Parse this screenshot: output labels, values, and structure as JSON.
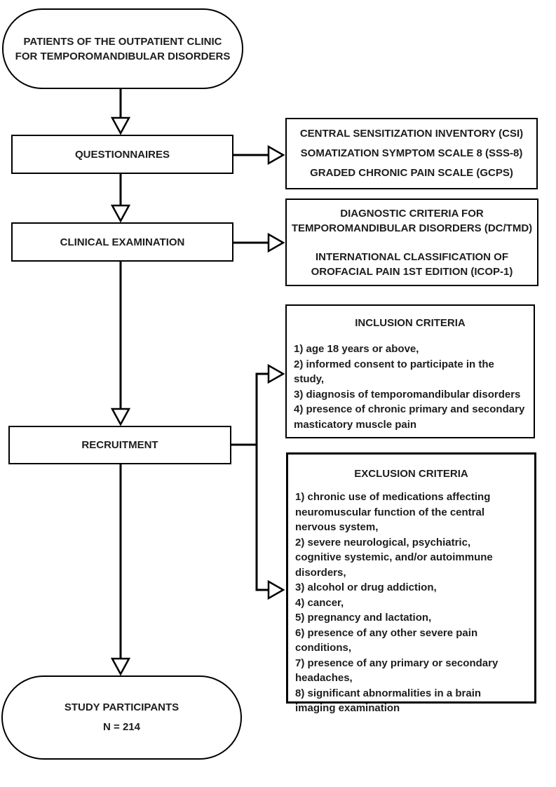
{
  "flowchart": {
    "nodes": {
      "patients": {
        "label": "PATIENTS OF THE OUTPATIENT CLINIC FOR TEMPOROMANDIBULAR DISORDERS"
      },
      "questionnaires": {
        "label": "QUESTIONNAIRES"
      },
      "questionnaire_tools": {
        "lines": [
          "CENTRAL SENSITIZATION INVENTORY (CSI)",
          "SOMATIZATION SYMPTOM SCALE 8 (SSS-8)",
          "GRADED CHRONIC PAIN SCALE (GCPS)"
        ]
      },
      "clinical_examination": {
        "label": "CLINICAL EXAMINATION"
      },
      "diagnostic_tools": {
        "paragraphs": [
          "DIAGNOSTIC CRITERIA FOR TEMPOROMANDIBULAR DISORDERS (DC/TMD)",
          "INTERNATIONAL CLASSIFICATION OF OROFACIAL PAIN 1ST EDITION (ICOP-1)"
        ]
      },
      "recruitment": {
        "label": "RECRUITMENT"
      },
      "inclusion_criteria": {
        "title": "INCLUSION CRITERIA",
        "items": [
          "1) age 18 years or above,",
          "2) informed consent to participate in the study,",
          "3) diagnosis of temporomandibular disorders",
          "4) presence of chronic primary and secondary masticatory muscle pain"
        ]
      },
      "exclusion_criteria": {
        "title": "EXCLUSION CRITERIA",
        "items": [
          "1) chronic use of medications affecting neuromuscular function of the central nervous system,",
          "2) severe neurological, psychiatric, cognitive systemic, and/or autoimmune disorders,",
          "3) alcohol or drug addiction,",
          "4) cancer,",
          "5) pregnancy and lactation,",
          "6) presence of any other severe pain conditions,",
          "7) presence of any primary or secondary headaches,",
          "8) significant abnormalities in a brain imaging examination"
        ]
      },
      "study_participants": {
        "label": "STUDY PARTICIPANTS",
        "count": "N = 214"
      }
    },
    "colors": {
      "stroke": "#000000",
      "text": "#1d1d1d",
      "background": "#ffffff"
    }
  }
}
